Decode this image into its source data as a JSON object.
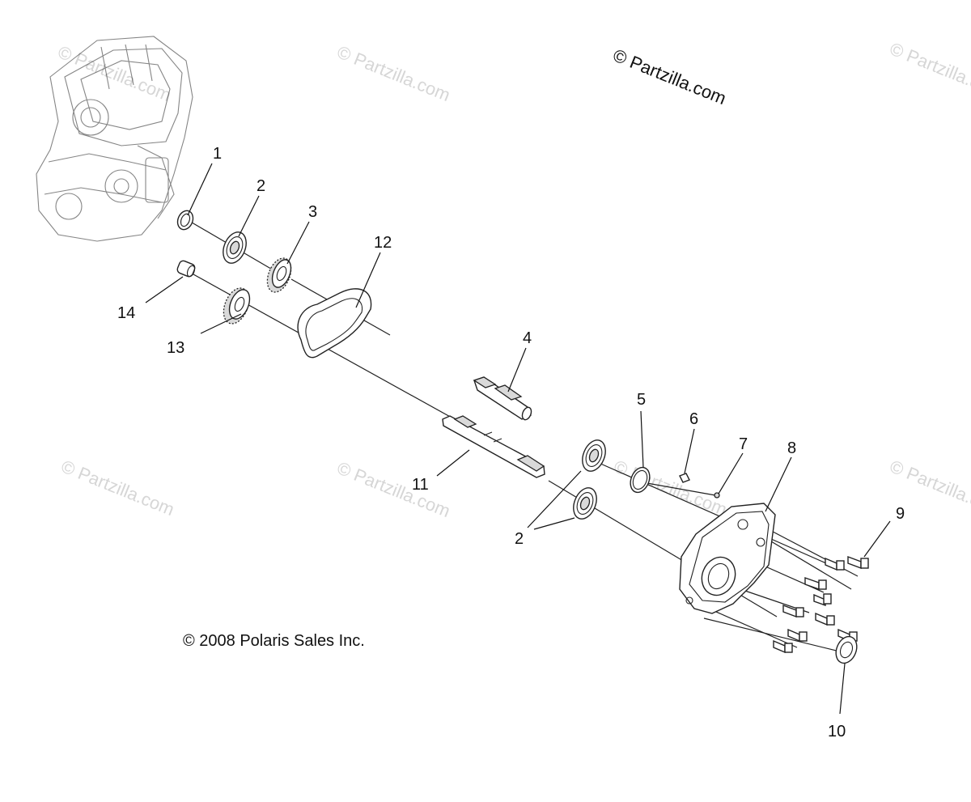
{
  "watermarks": {
    "site": "© Partzilla.com",
    "faint": "© Partzilla.com"
  },
  "copyright_top": "© Partzilla.com",
  "copyright_bottom": "© 2008 Polaris Sales Inc.",
  "callouts": {
    "c1": "1",
    "c2a": "2",
    "c3": "3",
    "c12": "12",
    "c14": "14",
    "c13": "13",
    "c4": "4",
    "c5": "5",
    "c6": "6",
    "c7": "7",
    "c8": "8",
    "c9": "9",
    "c11": "11",
    "c2b": "2",
    "c10": "10"
  }
}
